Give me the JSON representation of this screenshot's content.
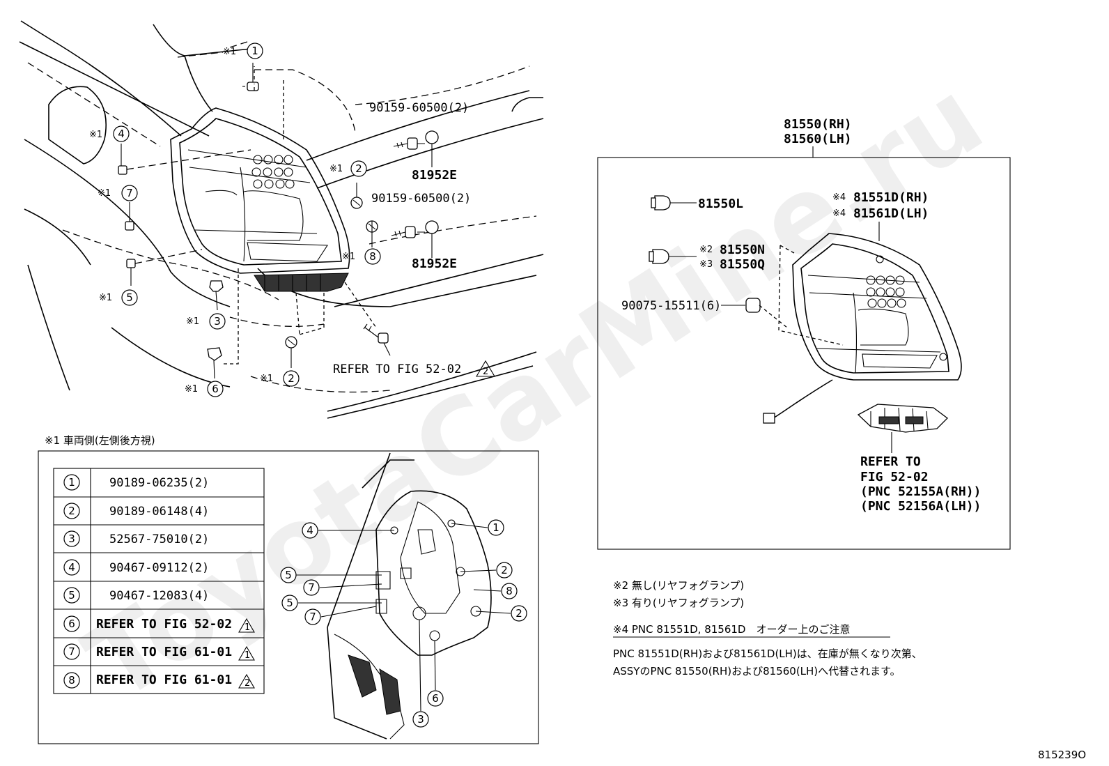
{
  "watermark": "ToyotaCarMine.ru",
  "callouts": {
    "bolt_a": "90159-60500(2)",
    "cap_a": "81952E",
    "bolt_b": "90159-60500(2)",
    "cap_b": "81952E",
    "refer_fig": "REFER TO FIG 52-02",
    "refer_fig_mark": "2"
  },
  "left_markers": [
    {
      "mark": "※1",
      "num": "1"
    },
    {
      "mark": "※1",
      "num": "4"
    },
    {
      "mark": "※1",
      "num": "7"
    },
    {
      "mark": "※1",
      "num": "2"
    },
    {
      "mark": "※1",
      "num": "8"
    },
    {
      "mark": "※1",
      "num": "5"
    },
    {
      "mark": "※1",
      "num": "3"
    },
    {
      "mark": "※1",
      "num": "2"
    },
    {
      "mark": "※1",
      "num": "6"
    }
  ],
  "note1": "※1 車両側(左側後方視)",
  "table_rows": [
    {
      "num": "1",
      "part": "90189-06235(2)",
      "tri": ""
    },
    {
      "num": "2",
      "part": "90189-06148(4)",
      "tri": ""
    },
    {
      "num": "3",
      "part": "52567-75010(2)",
      "tri": ""
    },
    {
      "num": "4",
      "part": "90467-09112(2)",
      "tri": ""
    },
    {
      "num": "5",
      "part": "90467-12083(4)",
      "tri": ""
    },
    {
      "num": "6",
      "part": "REFER TO FIG 52-02",
      "tri": "1"
    },
    {
      "num": "7",
      "part": "REFER TO FIG 61-01",
      "tri": "1"
    },
    {
      "num": "8",
      "part": "REFER TO FIG 61-01",
      "tri": "2"
    }
  ],
  "detail_callouts": [
    "4",
    "1",
    "5",
    "7",
    "5",
    "7",
    "2",
    "8",
    "2",
    "3",
    "6"
  ],
  "assy": {
    "pnc_rh": "81550(RH)",
    "pnc_lh": "81560(LH)",
    "bulb_1": "81550L",
    "lamp_rh_mark": "※4",
    "lamp_rh": "81551D(RH)",
    "lamp_lh_mark": "※4",
    "lamp_lh": "81561D(LH)",
    "bulb_n_mark": "※2",
    "bulb_n": "81550N",
    "bulb_q_mark": "※3",
    "bulb_q": "81550Q",
    "gasket": "90075-15511(6)",
    "refer_1": "REFER TO",
    "refer_2": "FIG 52-02",
    "refer_3": "(PNC 52155A(RH))",
    "refer_4": "(PNC 52156A(LH))"
  },
  "notes": {
    "n2": "※2 無し(リヤフォグランプ)",
    "n3": "※3 有り(リヤフォグランプ)",
    "n4_title": "※4 PNC 81551D, 81561D　オーダー上のご注意",
    "n4_line1": "PNC 81551D(RH)および81561D(LH)は、在庫が無くなり次第、",
    "n4_line2": "ASSYのPNC 81550(RH)および81560(LH)へ代替されます。"
  },
  "figure_id": "815239O"
}
